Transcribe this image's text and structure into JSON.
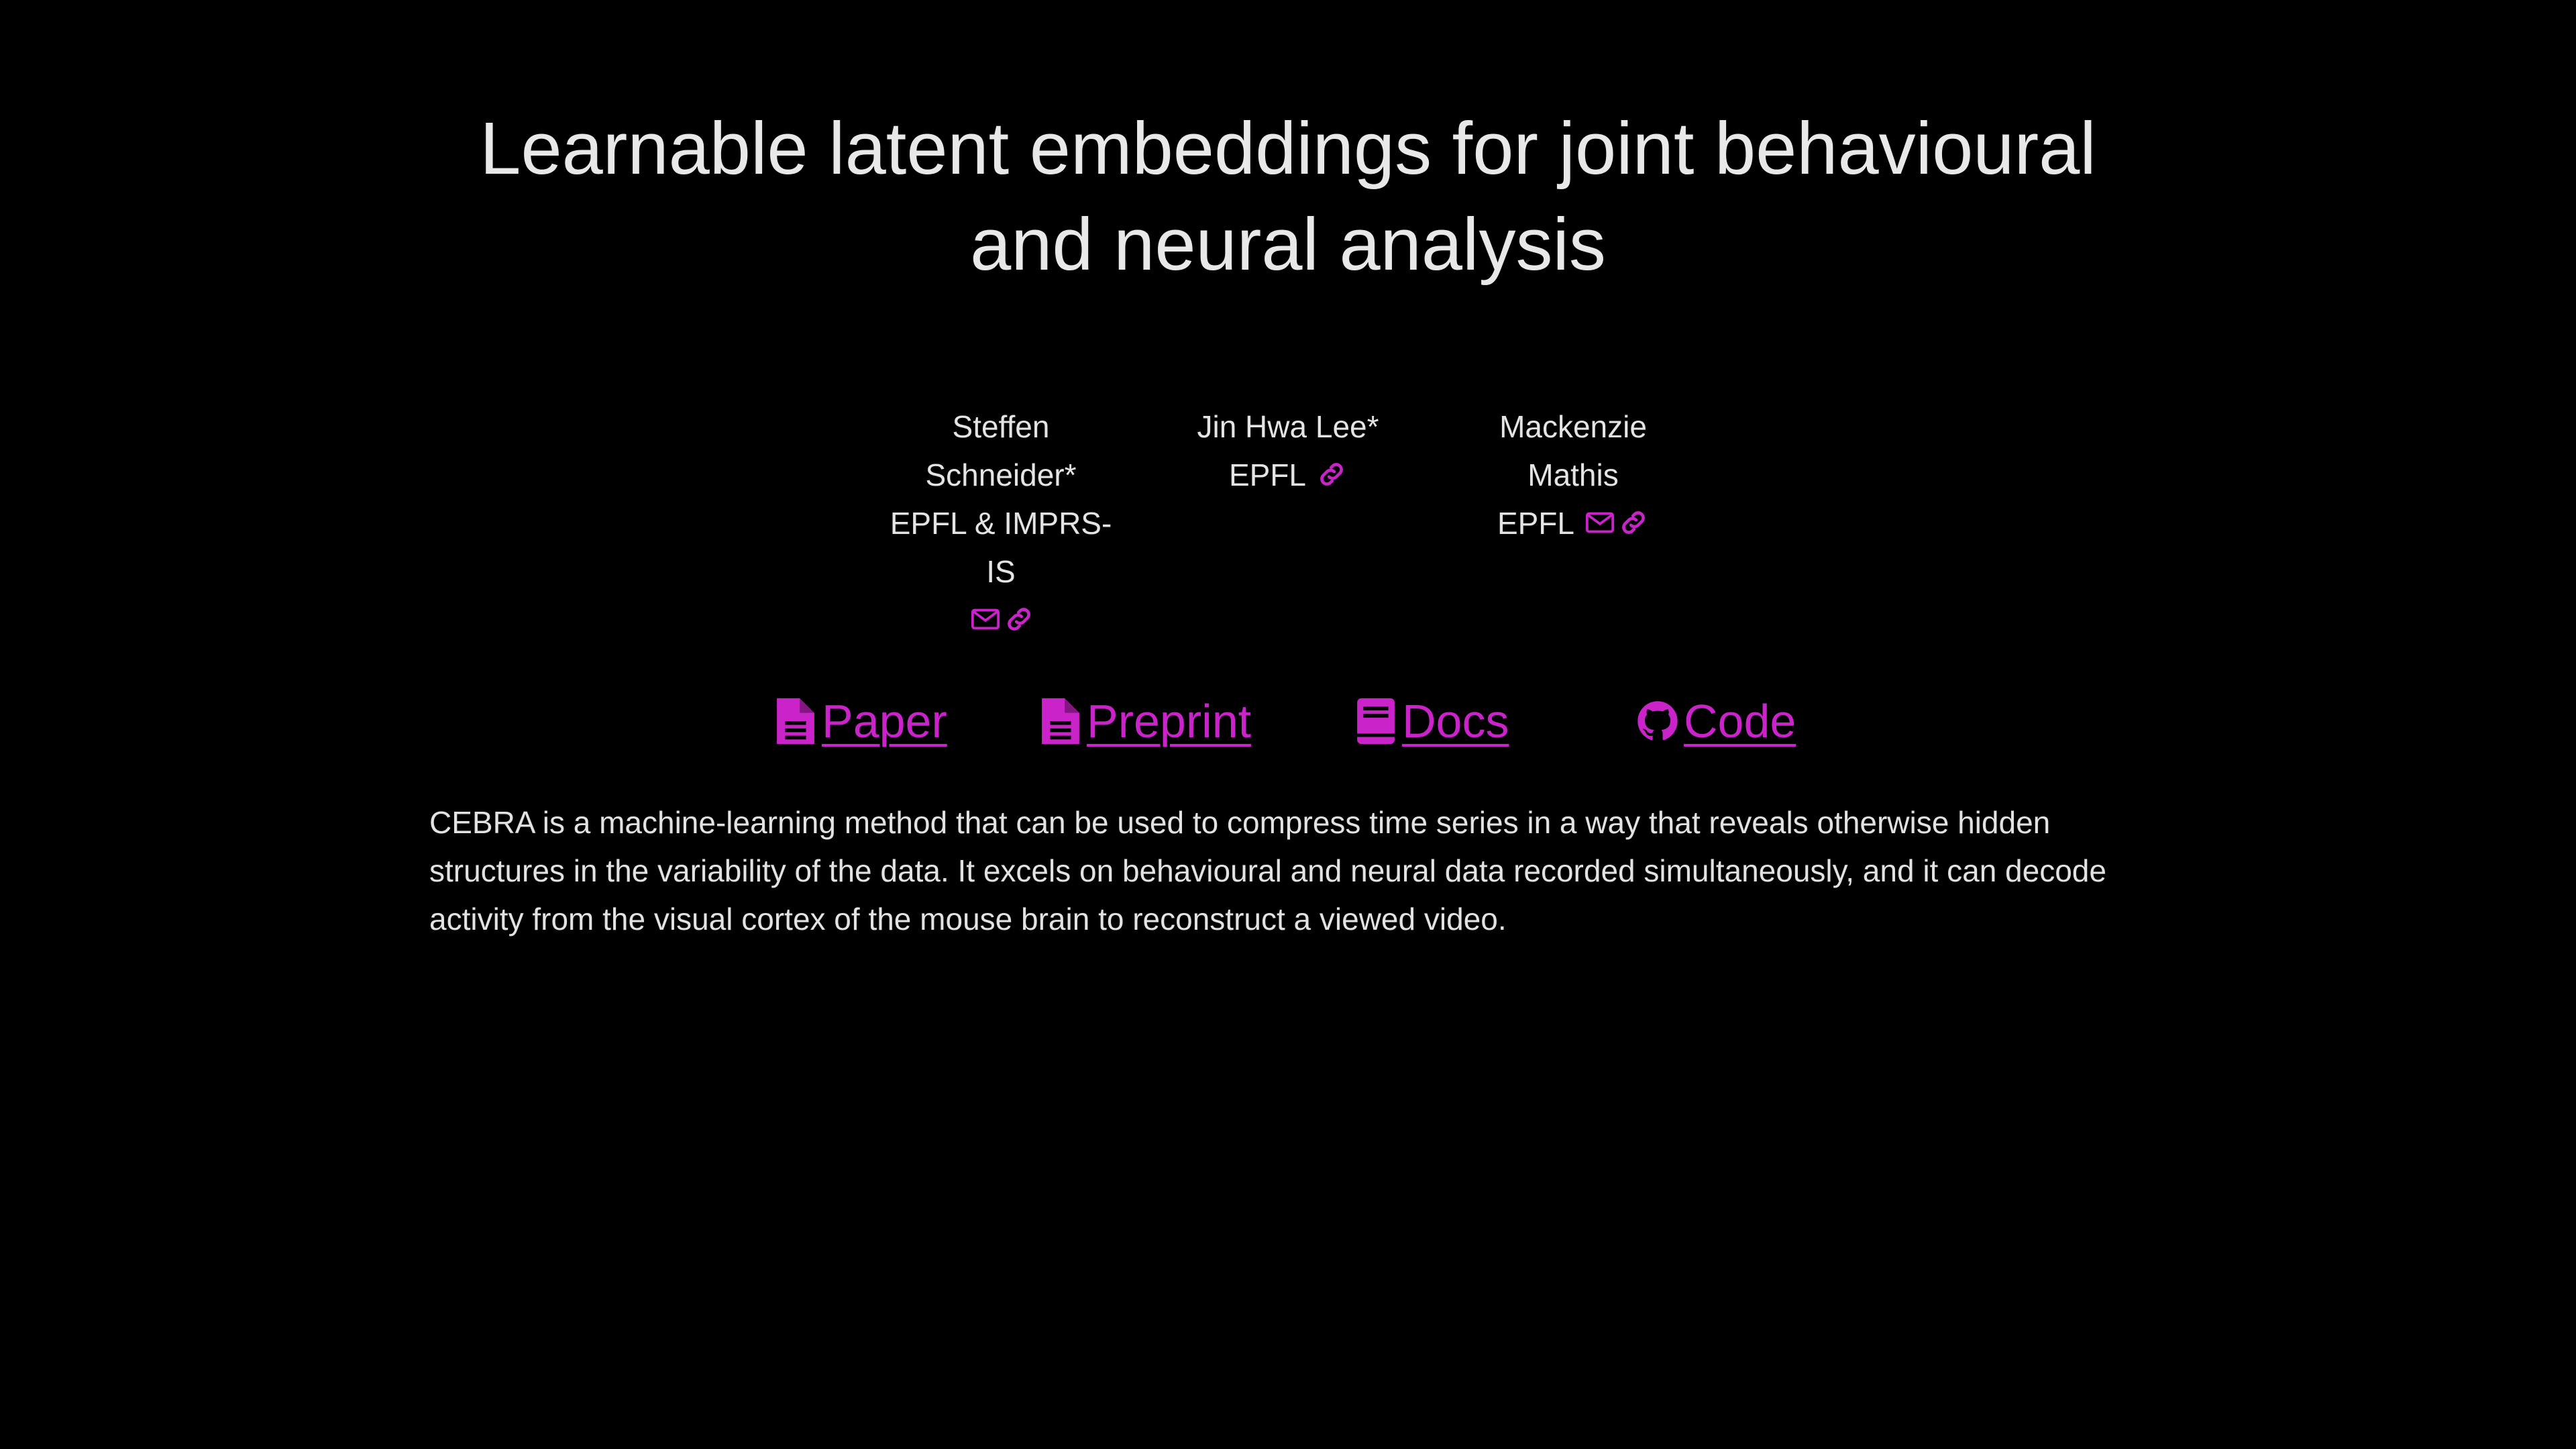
{
  "page": {
    "title": "Learnable latent embeddings for joint behavioural and neural analysis",
    "accent_color": "#c923c9",
    "background_color": "#000000",
    "text_color": "#e6e6e6"
  },
  "authors": [
    {
      "name": "Steffen Schneider*",
      "affiliation": "EPFL & IMPRS-IS",
      "icons": [
        "envelope-icon",
        "link-icon"
      ]
    },
    {
      "name": "Jin Hwa Lee*",
      "affiliation": "EPFL",
      "icons": [
        "link-icon"
      ]
    },
    {
      "name": "Mackenzie Mathis",
      "affiliation": "EPFL",
      "icons": [
        "envelope-icon",
        "link-icon"
      ]
    }
  ],
  "links": [
    {
      "label": " Paper",
      "icon": "file-text-icon"
    },
    {
      "label": " Preprint",
      "icon": "file-text-icon"
    },
    {
      "label": " Docs",
      "icon": "book-icon"
    },
    {
      "label": " Code",
      "icon": "github-icon"
    }
  ],
  "abstract": "CEBRA is a machine-learning method that can be used to compress time series in a way that reveals otherwise hidden structures in the variability of the data. It excels on behavioural and neural data recorded simultaneously, and it can decode activity from the visual cortex of the mouse brain to reconstruct a viewed video."
}
